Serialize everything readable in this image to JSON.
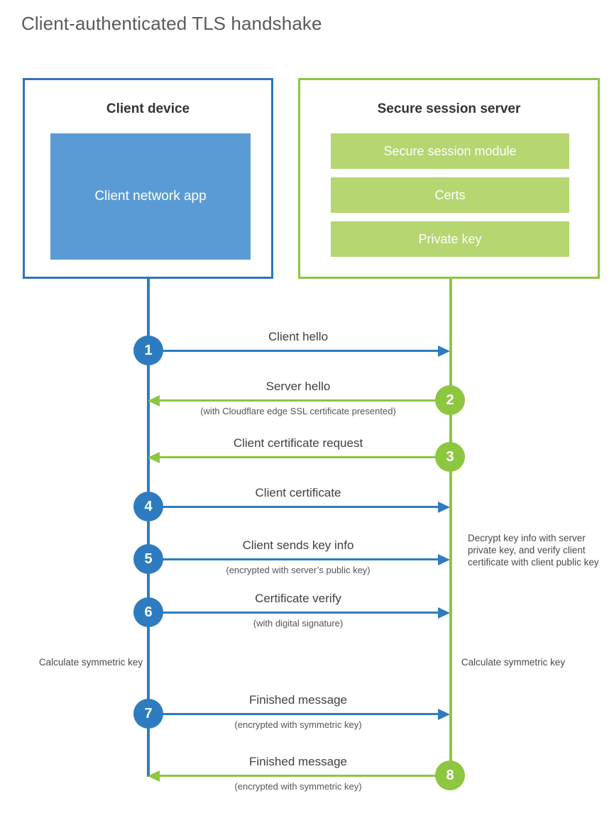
{
  "title": "Client-authenticated TLS handshake",
  "colors": {
    "client_blue": "#2E7CBF",
    "client_border": "#2E75B6",
    "client_app_fill": "#5B9BD5",
    "server_green": "#8DC63F",
    "server_bar_fill": "#B5D671",
    "text_dark": "#404040",
    "title_gray": "#5a5a5a"
  },
  "client": {
    "title": "Client device",
    "app_label": "Client network app"
  },
  "server": {
    "title": "Secure session server",
    "bars": [
      {
        "label": "Secure session module"
      },
      {
        "label": "Certs"
      },
      {
        "label": "Private key"
      }
    ]
  },
  "steps": [
    {
      "number": "1",
      "side": "client",
      "direction": "right",
      "label": "Client hello",
      "sub": ""
    },
    {
      "number": "2",
      "side": "server",
      "direction": "left",
      "label": "Server hello",
      "sub": "(with Cloudflare edge SSL certificate presented)"
    },
    {
      "number": "3",
      "side": "server",
      "direction": "left",
      "label": "Client certificate request",
      "sub": ""
    },
    {
      "number": "4",
      "side": "client",
      "direction": "right",
      "label": "Client certificate",
      "sub": ""
    },
    {
      "number": "5",
      "side": "client",
      "direction": "right",
      "label": "Client sends key info",
      "sub": "(encrypted with server’s public key)"
    },
    {
      "number": "6",
      "side": "client",
      "direction": "right",
      "label": "Certificate verify",
      "sub": "(with digital signature)"
    },
    {
      "number": "7",
      "side": "client",
      "direction": "right",
      "label": "Finished message",
      "sub": "(encrypted with symmetric key)"
    },
    {
      "number": "8",
      "side": "server",
      "direction": "left",
      "label": "Finished message",
      "sub": "(encrypted with symmetric key)"
    }
  ],
  "annotations": {
    "server_decrypt_note": "Decrypt key info with server private key, and verify client certificate with client public key",
    "calculate_symmetric_key_client": "Calculate symmetric key",
    "calculate_symmetric_key_server": "Calculate symmetric key"
  }
}
